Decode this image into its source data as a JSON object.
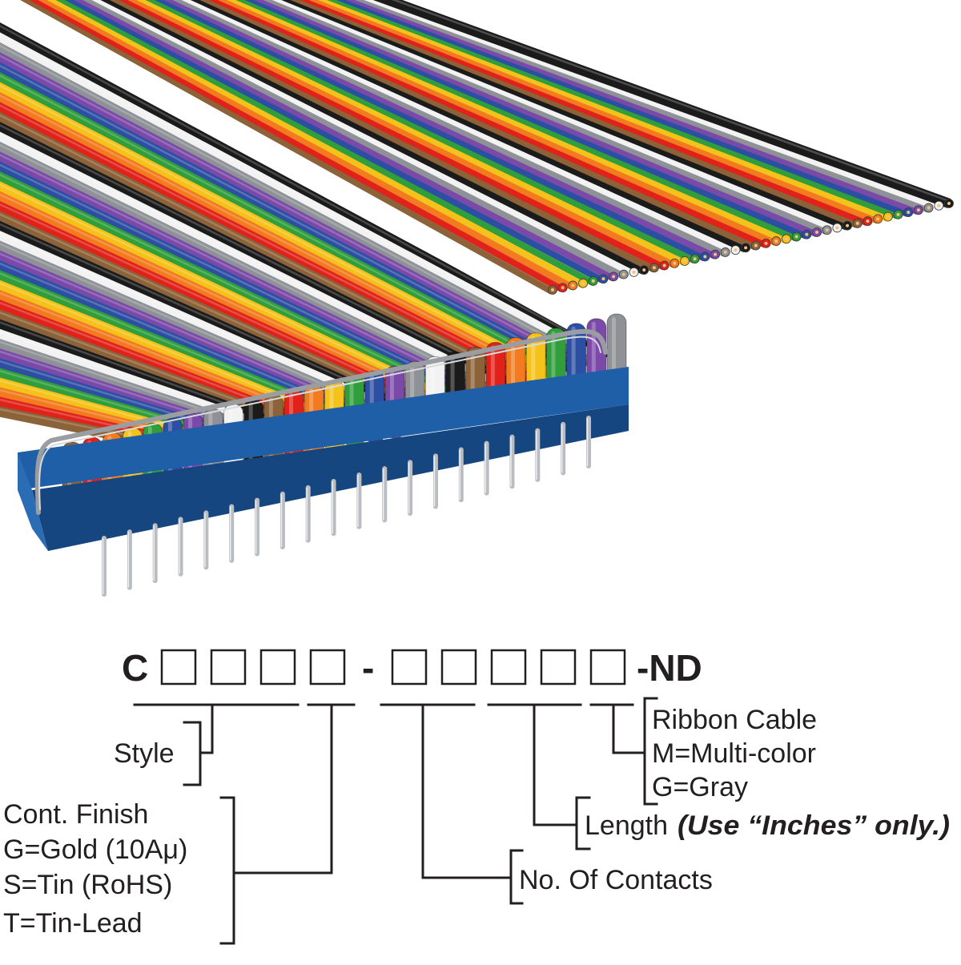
{
  "colors": {
    "ink": "#231f20",
    "connector_blue": "#1f5fa8",
    "connector_dark": "#15467f",
    "pin": "#b9bcc0",
    "strap": "#a9acb0",
    "wire_sequence": [
      "#8c6239",
      "#e0221b",
      "#f27b1f",
      "#f5c21b",
      "#2f9e3b",
      "#2d4fa3",
      "#7b4aa8",
      "#8e9196",
      "#f2f2f2",
      "#1b1b1b"
    ]
  },
  "part_number": {
    "prefix": "C",
    "box_groups": [
      4,
      5
    ],
    "dash": "-",
    "suffix": "-ND"
  },
  "labels": {
    "style": "Style",
    "finish": {
      "title": "Cont. Finish",
      "options": [
        "G=Gold (10Aμ)",
        "S=Tin (RoHS)",
        "T=Tin-Lead"
      ]
    },
    "contacts": "No. Of Contacts",
    "length": {
      "text": "Length",
      "note": "(Use “Inches” only.)"
    },
    "cable": {
      "title": "Ribbon Cable",
      "options": [
        "M=Multi-color",
        "G=Gray"
      ]
    }
  }
}
